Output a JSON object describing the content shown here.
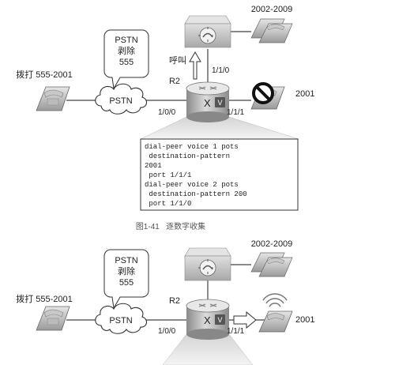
{
  "top": {
    "callout_lines": [
      "PSTN",
      "剥除",
      "555"
    ],
    "dial_label": "拨打 555-2001",
    "cloud_label": "PSTN",
    "router_name": "R2",
    "call_label": "呼叫",
    "ext_range": "2002-2009",
    "ext_single": "2001",
    "port_0": "1/0/0",
    "port_110": "1/1/0",
    "port_111": "1/1/1",
    "router_badge": "V"
  },
  "config_lines": [
    "dial-peer voice 1 pots",
    " destination-pattern",
    "2001",
    " port 1/1/1",
    "dial-peer voice 2 pots",
    " destination-pattern 200",
    " port 1/1/0"
  ],
  "figure_caption": "图1-41   逐数字收集",
  "bottom": {
    "callout_lines": [
      "PSTN",
      "剥除",
      "555"
    ],
    "dial_label": "拨打 555-2001",
    "cloud_label": "PSTN",
    "router_name": "R2",
    "ext_range": "2002-2009",
    "ext_single": "2001",
    "port_0": "1/0/0",
    "port_111": "1/1/1",
    "router_badge": "V"
  }
}
